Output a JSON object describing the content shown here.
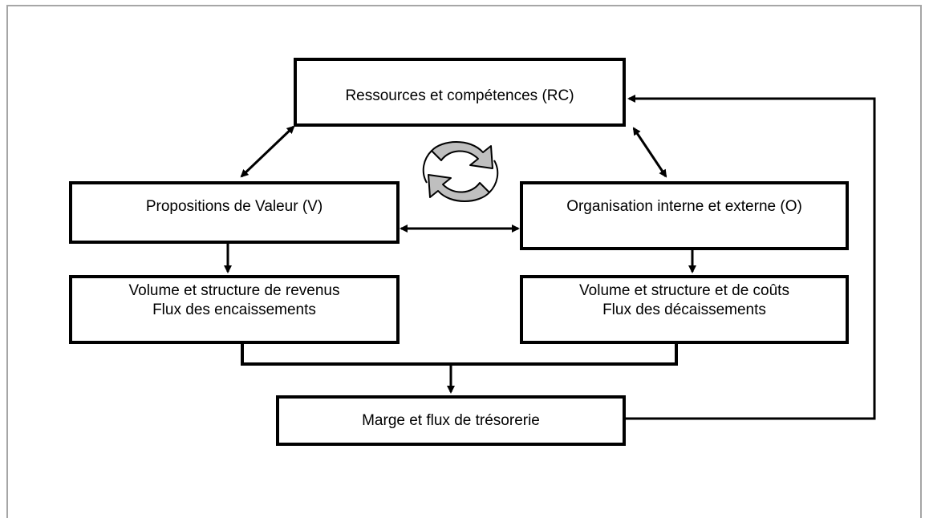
{
  "diagram": {
    "nodes": {
      "rc": {
        "label": "Ressources et compétences (RC)"
      },
      "v": {
        "label": "Propositions de Valeur (V)"
      },
      "o": {
        "label": "Organisation interne et externe (O)"
      },
      "revenus": {
        "line1": "Volume et structure de revenus",
        "line2": "Flux des encaissements"
      },
      "couts": {
        "line1": "Volume et structure et de coûts",
        "line2": "Flux des décaissements"
      },
      "marge": {
        "label": "Marge et flux de trésorerie"
      }
    },
    "edges": [
      {
        "from": "rc",
        "to": "v",
        "type": "bidirectional"
      },
      {
        "from": "rc",
        "to": "o",
        "type": "bidirectional"
      },
      {
        "from": "v",
        "to": "o",
        "type": "bidirectional"
      },
      {
        "from": "v",
        "to": "revenus",
        "type": "arrow"
      },
      {
        "from": "o",
        "to": "couts",
        "type": "arrow"
      },
      {
        "from": "revenus",
        "to": "marge",
        "type": "merge-arrow"
      },
      {
        "from": "couts",
        "to": "marge",
        "type": "merge-arrow"
      },
      {
        "from": "marge",
        "to": "rc",
        "type": "feedback-arrow"
      }
    ],
    "center_icon": "refresh-cycle-icon",
    "colors": {
      "line": "#000000",
      "icon_fill": "#bfbfbf",
      "frame": "#a6a6a6"
    }
  }
}
